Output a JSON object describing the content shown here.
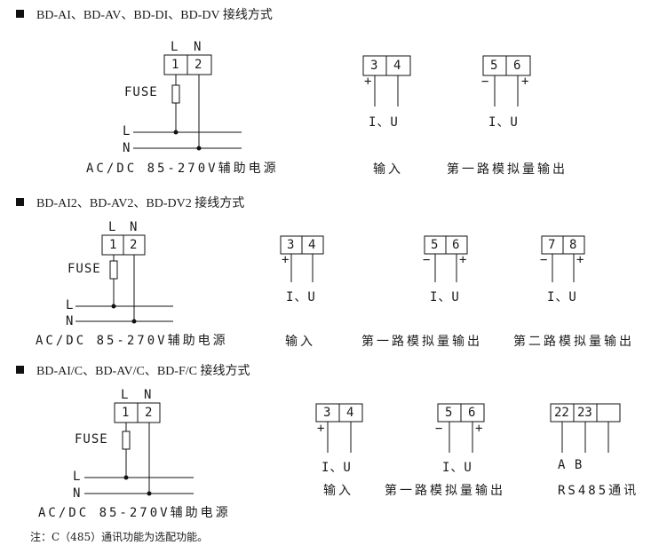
{
  "sections": [
    {
      "title": "BD-AI、BD-AV、BD-DI、BD-DV 接线方式",
      "power": {
        "top": [
          "L",
          "N"
        ],
        "terminals": [
          "1",
          "2"
        ],
        "fuse": "FUSE",
        "lines": [
          "L",
          "N"
        ],
        "caption": "AC/DC 85-270V辅助电源"
      },
      "groups": [
        {
          "terminals": [
            "3",
            "4"
          ],
          "pol": [
            "+",
            ""
          ],
          "signal": "I、U",
          "caption": "输入"
        },
        {
          "terminals": [
            "5",
            "6"
          ],
          "pol": [
            "−",
            "+"
          ],
          "signal": "I、U",
          "caption": "第一路模拟量输出"
        }
      ]
    },
    {
      "title": "BD-AI2、BD-AV2、BD-DV2 接线方式",
      "power": {
        "top": [
          "L",
          "N"
        ],
        "terminals": [
          "1",
          "2"
        ],
        "fuse": "FUSE",
        "lines": [
          "L",
          "N"
        ],
        "caption": "AC/DC 85-270V辅助电源"
      },
      "groups": [
        {
          "terminals": [
            "3",
            "4"
          ],
          "pol": [
            "+",
            ""
          ],
          "signal": "I、U",
          "caption": "输入"
        },
        {
          "terminals": [
            "5",
            "6"
          ],
          "pol": [
            "−",
            "+"
          ],
          "signal": "I、U",
          "caption": "第一路模拟量输出"
        },
        {
          "terminals": [
            "7",
            "8"
          ],
          "pol": [
            "−",
            "+"
          ],
          "signal": "I、U",
          "caption": "第二路模拟量输出"
        }
      ]
    },
    {
      "title": "BD-AI/C、BD-AV/C、BD-F/C 接线方式",
      "power": {
        "top": [
          "L",
          "N"
        ],
        "terminals": [
          "1",
          "2"
        ],
        "fuse": "FUSE",
        "lines": [
          "L",
          "N"
        ],
        "caption": "AC/DC 85-270V辅助电源"
      },
      "groups": [
        {
          "terminals": [
            "3",
            "4"
          ],
          "pol": [
            "+",
            ""
          ],
          "signal": "I、U",
          "caption": "输入"
        },
        {
          "terminals": [
            "5",
            "6"
          ],
          "pol": [
            "−",
            "+"
          ],
          "signal": "I、U",
          "caption": "第一路模拟量输出"
        },
        {
          "terminals": [
            "22",
            "23",
            ""
          ],
          "pol": [
            "",
            "",
            ""
          ],
          "signal": "A    B",
          "caption": "RS485通讯"
        }
      ]
    }
  ],
  "note": "注：C（485）通讯功能为选配功能。"
}
